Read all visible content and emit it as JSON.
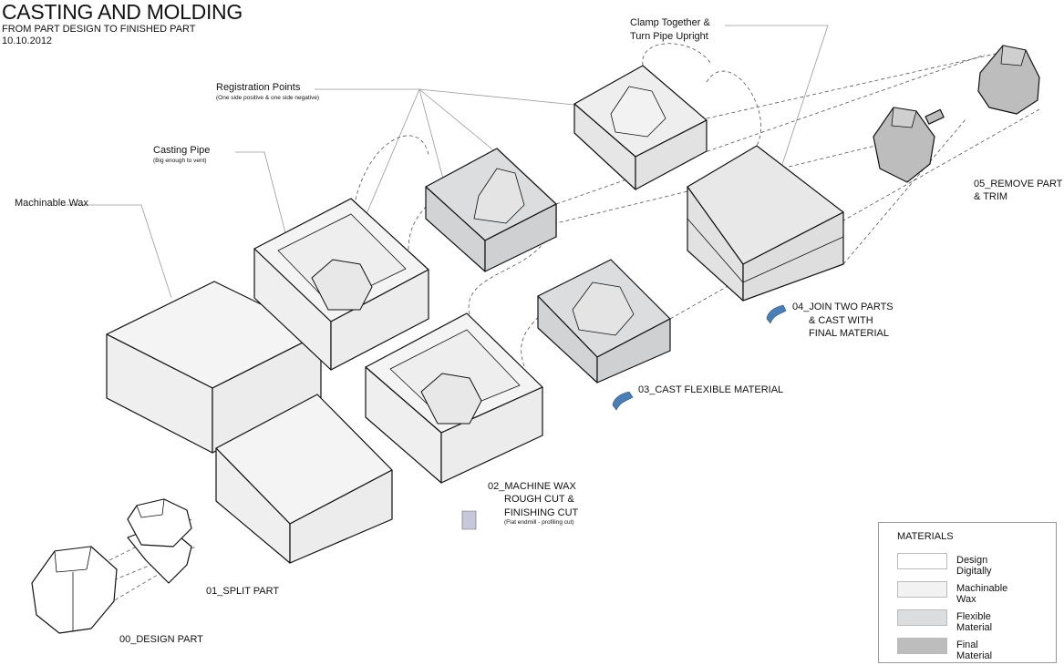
{
  "header": {
    "title": "CASTING AND MOLDING",
    "subtitle": "FROM PART DESIGN TO FINISHED PART",
    "date": "10.10.2012"
  },
  "callouts": {
    "registration": {
      "label": "Registration Points",
      "note": "(One side positive & one side negative)"
    },
    "casting_pipe": {
      "label": "Casting Pipe",
      "note": "(Big enough to vent)"
    },
    "machinable_wax": {
      "label": "Machinable Wax"
    },
    "clamp": {
      "line1": "Clamp Together &",
      "line2": "Turn Pipe Upright"
    }
  },
  "steps": {
    "s00": {
      "line1": "00_DESIGN PART"
    },
    "s01": {
      "line1": "01_SPLIT PART"
    },
    "s02": {
      "line1": "02_MACHINE WAX",
      "line2": "ROUGH CUT &",
      "line3": "FINISHING CUT",
      "note": "(Flat endmill - profiling cut)"
    },
    "s03": {
      "line1": "03_CAST FLEXIBLE MATERIAL"
    },
    "s04": {
      "line1": "04_JOIN TWO PARTS",
      "line2": "& CAST WITH",
      "line3": "FINAL MATERIAL"
    },
    "s05": {
      "line1": "05_REMOVE PART",
      "line2": "& TRIM"
    }
  },
  "legend": {
    "title": "MATERIALS",
    "items": [
      {
        "label": "Design Digitally",
        "color": "#ffffff"
      },
      {
        "label": "Machinable Wax",
        "color": "#f2f2f2"
      },
      {
        "label": "Flexible Material",
        "color": "#dcdddf"
      },
      {
        "label": "Final Material",
        "color": "#bdbdbd"
      }
    ]
  },
  "colors": {
    "pour": "#4a7fb5"
  }
}
